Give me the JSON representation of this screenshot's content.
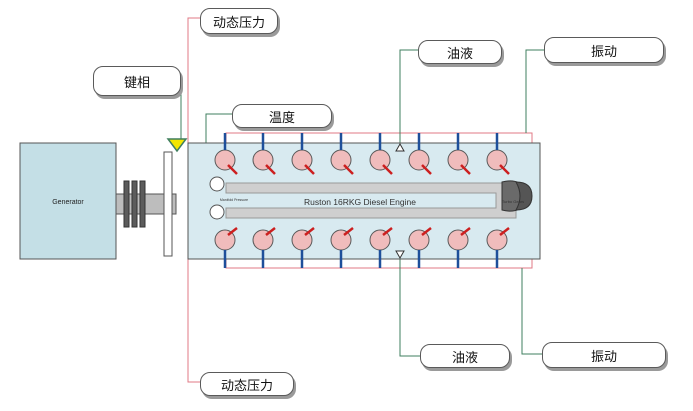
{
  "labels": {
    "dynamic_pressure": "动态压力",
    "key_phase": "键相",
    "temperature": "温度",
    "oil": "油液",
    "vibration": "振动",
    "generator": "Generator",
    "engine": "Ruston 16RKG Diesel Engine",
    "turbo": "Turbo Gears",
    "manifold_left": "Manifold Pressure"
  },
  "colors": {
    "generator_fill": "#c4dfe6",
    "engine_fill": "#d8eaf0",
    "cylinder_fill": "#f0bcbc",
    "cylinder_stroke": "#5a5a5a",
    "pipe_fill": "#cfcfcf",
    "leader_red": "#e07a84",
    "leader_green": "#3f7f5f",
    "stub_blue": "#1e4f9a",
    "stub_red": "#cc1f1f",
    "outline": "#555555"
  },
  "icons": {
    "key_phase_sensor": "triangle-sensor-icon"
  }
}
